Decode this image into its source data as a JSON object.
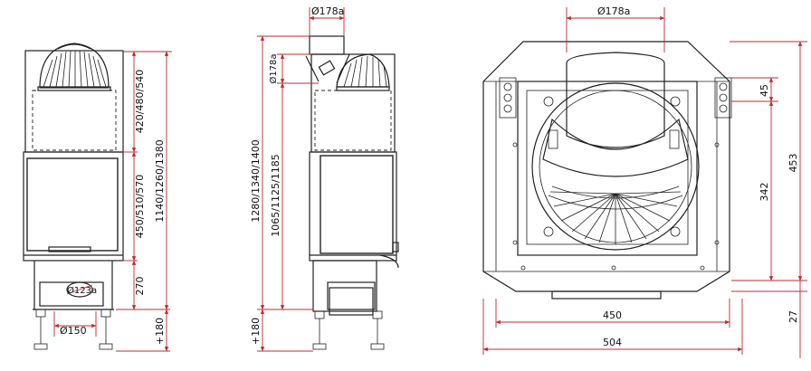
{
  "front_view": {
    "dim_top": "420/480/540",
    "dim_mid": "450/510/570",
    "dim_base": "270",
    "dim_total": "1140/1260/1380",
    "dim_legs": "+180",
    "dia_small": "Ø123a",
    "dia_bottom": "Ø150"
  },
  "side_view": {
    "dia_top": "Ø178a",
    "dia_side": "Ø178a",
    "dim_outer": "1280/1340/1400",
    "dim_inner": "1065/1125/1185",
    "dim_legs": "+180"
  },
  "top_view": {
    "dia_top": "Ø178a",
    "dim_45": "45",
    "dim_453": "453",
    "dim_342": "342",
    "dim_27": "27",
    "dim_450": "450",
    "dim_504": "504"
  }
}
